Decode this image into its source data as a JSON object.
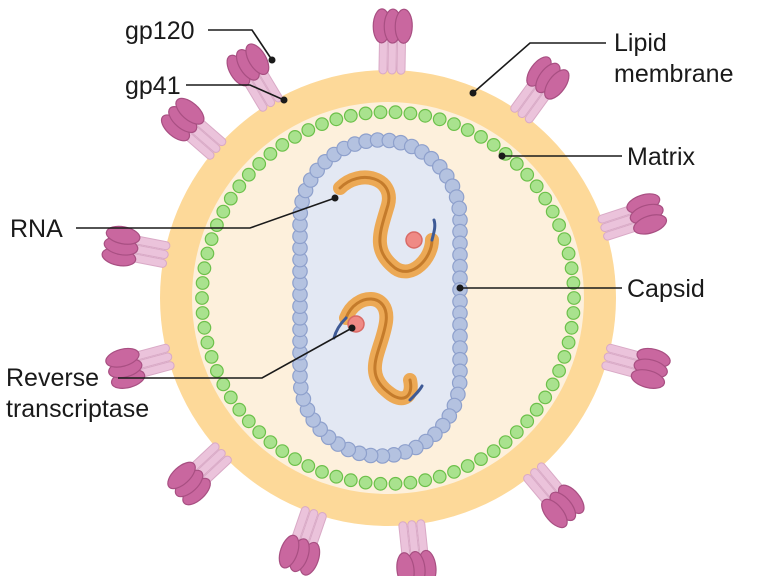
{
  "labels": {
    "gp120": "gp120",
    "gp41": "gp41",
    "lipid_membrane_line1": "Lipid",
    "lipid_membrane_line2": "membrane",
    "matrix": "Matrix",
    "rna": "RNA",
    "capsid": "Capsid",
    "reverse_transcriptase_line1": "Reverse",
    "reverse_transcriptase_line2": "transcriptase"
  },
  "colors": {
    "lipid_membrane": "#fdd999",
    "interior": "#fdf0dc",
    "matrix_bead": "#a9e28e",
    "matrix_bead_stroke": "#6cc04a",
    "capsid_fill": "#e3e8f3",
    "capsid_bead": "#b4c2e0",
    "capsid_bead_stroke": "#8ea0cc",
    "rna_outer": "#eca955",
    "rna_inner": "#c47b2b",
    "rna_tail": "#3e5a96",
    "reverse_transcriptase": "#ef8a85",
    "gp120": "#c9679f",
    "gp41": "#ebc3db"
  }
}
